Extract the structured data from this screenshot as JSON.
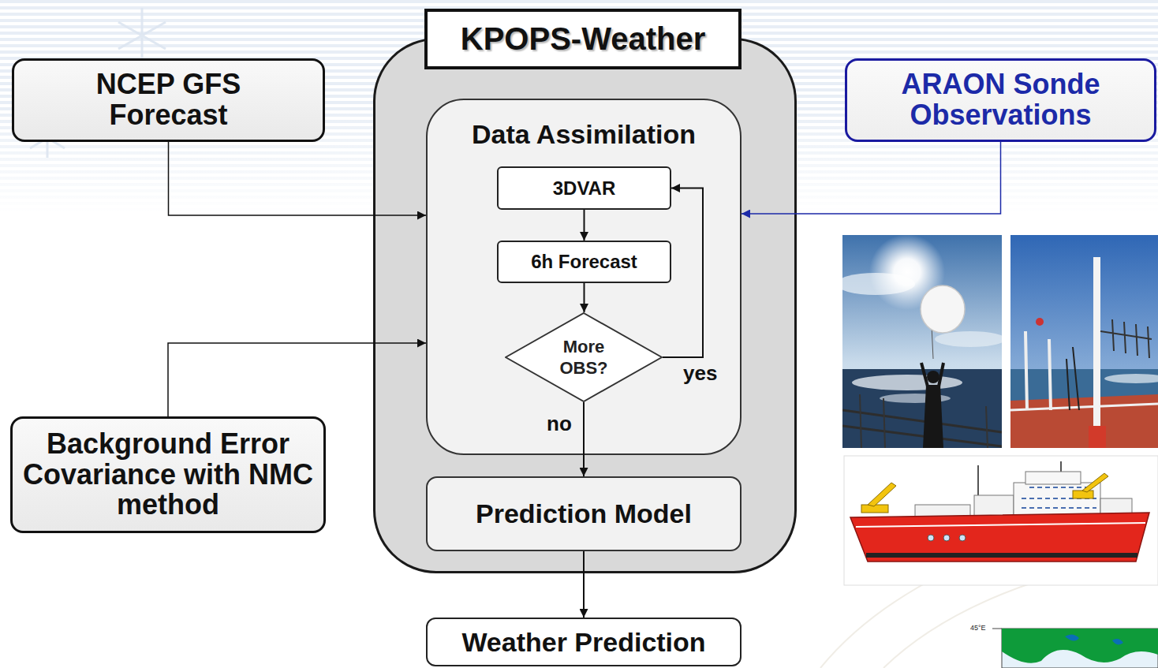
{
  "diagram": {
    "nodes": [
      {
        "text": [
          "NCEP GFS Forecast"
        ]
      },
      {
        "text": [
          "KPOPS-Weather"
        ]
      },
      {
        "text": [
          "Data Assimilation"
        ],
        "in": 1
      },
      {
        "text": [
          "3DVAR"
        ],
        "in": 2
      },
      {
        "text": [
          "6h Forecast"
        ],
        "in": 2
      },
      {
        "text": [
          "More OBS?"
        ],
        "in": 2
      },
      {
        "text": [
          "Prediction Model"
        ],
        "in": 1
      },
      {
        "text": [
          "ARAON Sonde Observations"
        ]
      },
      {
        "text": [
          "Background Error Covariance with NMC method"
        ]
      },
      {
        "text": [
          "Weather Prediction"
        ]
      }
    ],
    "edges": [
      {
        "from": 0,
        "to": 2,
        "arrow": "to"
      },
      {
        "from": 7,
        "to": 2,
        "arrow": "to"
      },
      {
        "from": 8,
        "to": 2,
        "arrow": "to"
      },
      {
        "from": 3,
        "to": 4,
        "arrow": "to"
      },
      {
        "from": 4,
        "to": 5,
        "arrow": "to"
      },
      {
        "from": 5,
        "to": 3,
        "label": "yes",
        "arrow": "to"
      },
      {
        "from": 5,
        "to": 6,
        "label": "no",
        "arrow": "to"
      },
      {
        "from": 6,
        "to": 9,
        "arrow": "to"
      }
    ],
    "labels": [
      "45°E"
    ]
  }
}
